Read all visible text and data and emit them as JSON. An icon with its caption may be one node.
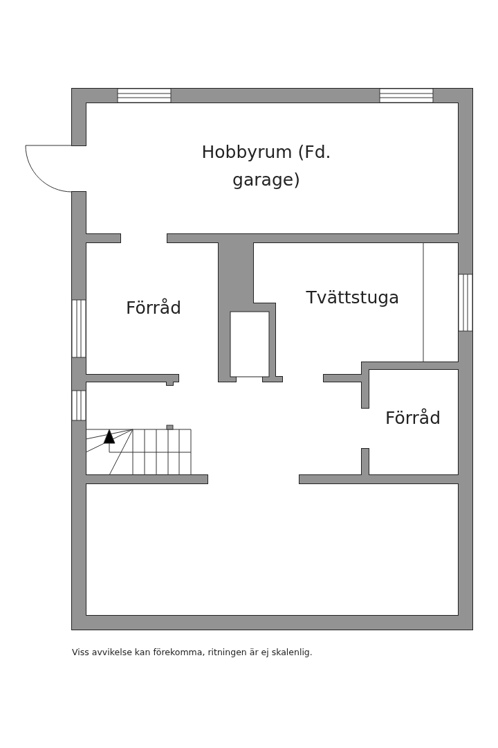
{
  "diagram": {
    "labels": [
      "Hobbyrum (Fd. garage)",
      "Förråd",
      "Tvättstuga",
      "Förråd"
    ],
    "caption": "Viss avvikelse kan förekomma, ritningen är ej skalenlig."
  }
}
